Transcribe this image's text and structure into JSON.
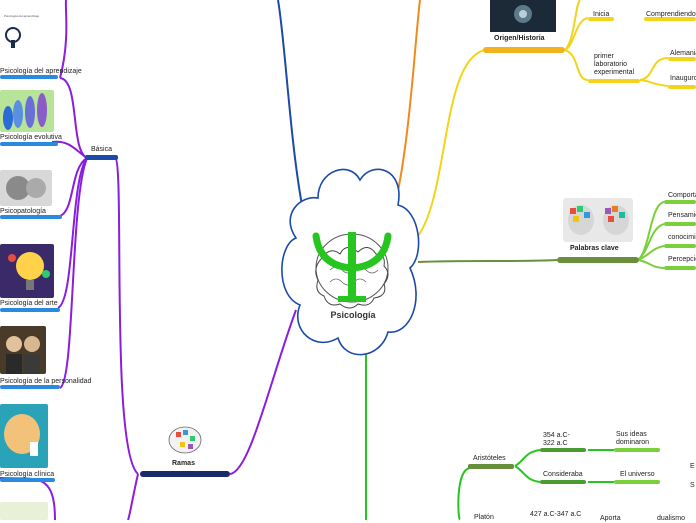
{
  "center": {
    "title": "Psicología",
    "icon": "psi-brain-icon"
  },
  "colors": {
    "purple": "#8a1ee0",
    "blue": "#1b4aa8",
    "orange": "#f08a1c",
    "yellow": "#f2d41c",
    "green_dark": "#6a8f3c",
    "green_light": "#7ad03a",
    "bright_green": "#27c520",
    "navy": "#1b2a6b"
  },
  "branches": {
    "basica": {
      "label": "Básica",
      "children": [
        "Psicología del aprendizaje",
        "Psicología evolutiva",
        "Psicopatología",
        "Psicología del arte",
        "Psicología de la personalidad",
        "Psicología clínica"
      ]
    },
    "ramas": {
      "label": "Ramas"
    },
    "origen": {
      "label": "Origen/Historia",
      "inicia": {
        "label": "Inicia",
        "child": "Comprendiendo"
      },
      "laboratorio": {
        "label": "primer laboratorio experimental",
        "children": [
          "Alemania",
          "Inauguro"
        ]
      }
    },
    "palabras": {
      "label": "Palabras clave",
      "children": [
        "Comportamiento",
        "Pensamiento",
        "conocimiento",
        "Percepción"
      ]
    },
    "filosofos": {
      "aristoteles": {
        "label": "Aristóteles",
        "fecha": "354 a.C-322 a.C",
        "ideas": "Sus ideas dominaron",
        "considera": "Consideraba",
        "universo": "El universo",
        "extra": [
          "E",
          "S"
        ]
      },
      "platon": {
        "label": "Platón",
        "fecha": "427 a.C-347 a.C",
        "aporta": "Aporta",
        "dualismo": "dualismo"
      }
    }
  },
  "small_caption": "Psicología del aprendizaje"
}
